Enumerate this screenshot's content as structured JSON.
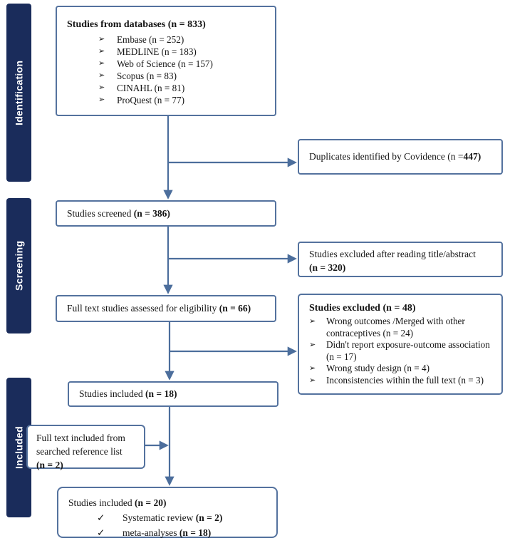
{
  "colors": {
    "sidebar_bg": "#1a2c5b",
    "sidebar_text": "#ffffff",
    "box_border": "#54729e",
    "arrow": "#4c6e9c",
    "text_color": "#141414"
  },
  "sidebar": [
    {
      "label": "Identification"
    },
    {
      "label": "Screening"
    },
    {
      "label": "Included"
    }
  ],
  "glyphs": {
    "arrow_bullet": "➢",
    "check_bullet": "✓"
  },
  "boxes": {
    "databases": {
      "title": "Studies from databases (n = 833)",
      "items": [
        "Embase (n = 252)",
        "MEDLINE (n = 183)",
        "Web of Science (n = 157)",
        "Scopus (n = 83)",
        "CINAHL (n = 81)",
        "ProQuest (n = 77)"
      ]
    },
    "duplicates": {
      "text": "Duplicates identified by Covidence (n =",
      "n_bold": "447)"
    },
    "screened": {
      "text": "Studies screened ",
      "n_bold": "(n = 386)"
    },
    "title_abstract": {
      "text": "Studies excluded after reading title/abstract ",
      "n_bold": "(n = 320)"
    },
    "full_text": {
      "text": "Full text studies assessed for eligibility ",
      "n_bold": "(n = 66)"
    },
    "excluded": {
      "title": "Studies excluded (n = 48)",
      "items": [
        "Wrong outcomes /Merged with other contraceptives  (n = 24)",
        "Didn't report exposure-outcome association (n = 17)",
        "Wrong study design (n = 4)",
        "Inconsistencies within the full text (n = 3)"
      ]
    },
    "included_18": {
      "text": "Studies included ",
      "n_bold": "(n = 18)"
    },
    "reference": {
      "line1": "Full text included from",
      "line2": "searched reference list",
      "n_bold": "(n = 2)"
    },
    "included_20": {
      "title_text": "Studies included ",
      "title_n_bold": "(n = 20)",
      "items": [
        {
          "text": "Systematic review ",
          "n_bold": "(n = 2)"
        },
        {
          "text": "meta-analyses ",
          "n_bold": "(n = 18)"
        }
      ]
    }
  }
}
